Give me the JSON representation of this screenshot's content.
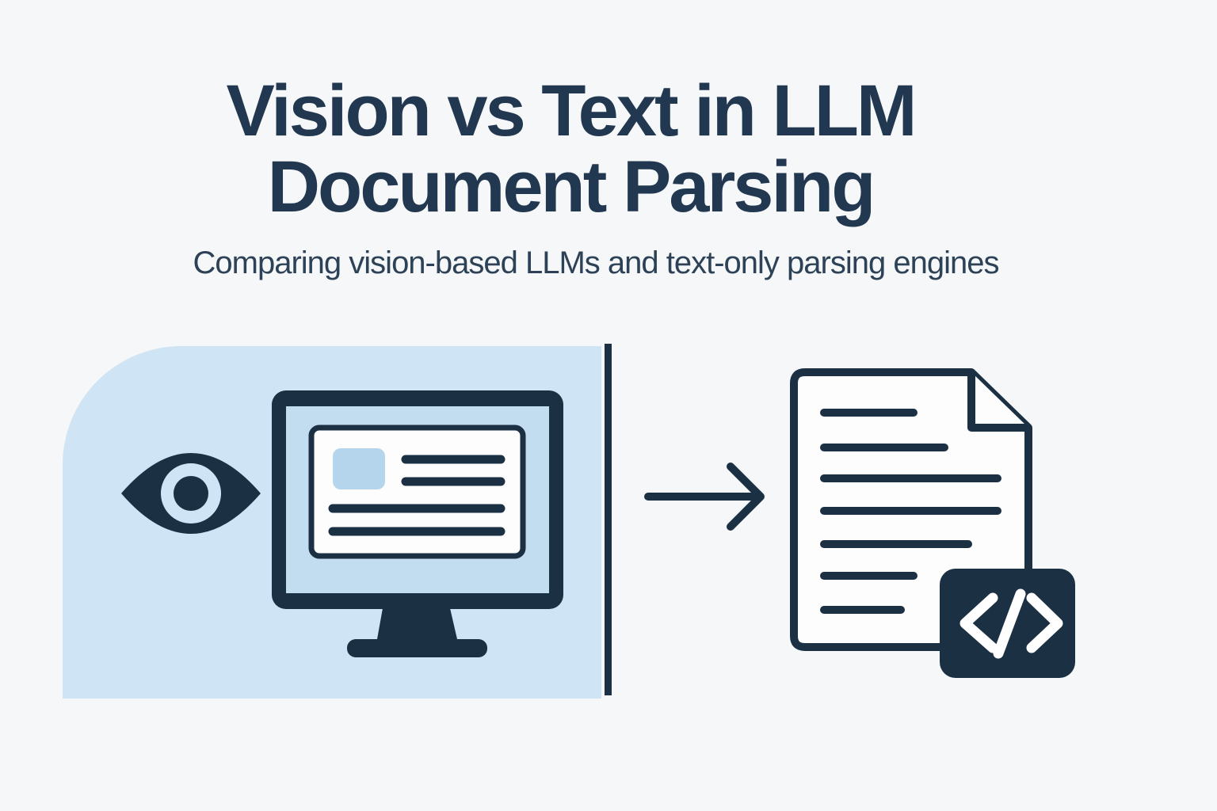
{
  "colors": {
    "bg": "#f5f7f9",
    "navy": "#1c3044",
    "title": "#223750",
    "subtitle": "#2d4257",
    "panel": "#cfe4f4",
    "bezel": "#c2dcf0",
    "block": "#b5d5ed",
    "paper": "#fdfdfd",
    "glyph": "#ffffff"
  },
  "header": {
    "title_line1": "Vision vs Text in LLM",
    "title_line2": "Document Parsing",
    "subtitle": "Comparing vision-based LLMs and text-only parsing engines"
  },
  "illustration": {
    "left_section_icons": [
      "eye-icon",
      "monitor-with-document-icon"
    ],
    "divider": "vertical-divider",
    "arrow_icon": "arrow-right-icon",
    "right_section_icons": [
      "document-icon",
      "code-badge-icon"
    ],
    "code_glyph": "</>"
  }
}
